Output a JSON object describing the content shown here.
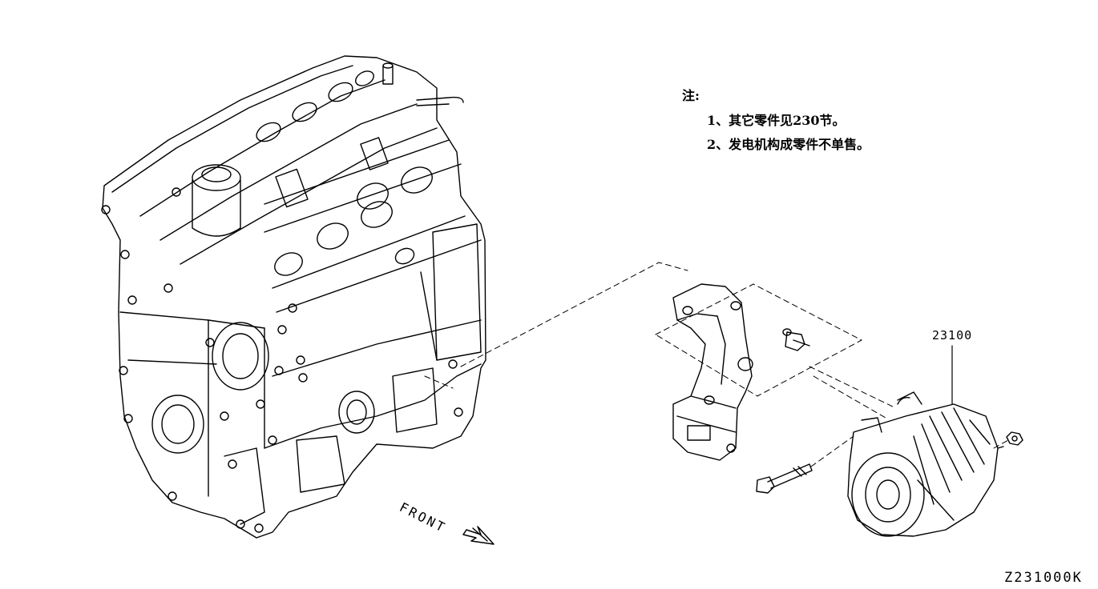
{
  "notes": {
    "heading": "注:",
    "items": [
      "1、其它零件见230节。",
      "2、发电机构成零件不单售。"
    ]
  },
  "part_label": "23100",
  "front_label": "FRONT",
  "diagram_code": "Z231000K",
  "colors": {
    "line": "#000000",
    "background": "#ffffff"
  }
}
